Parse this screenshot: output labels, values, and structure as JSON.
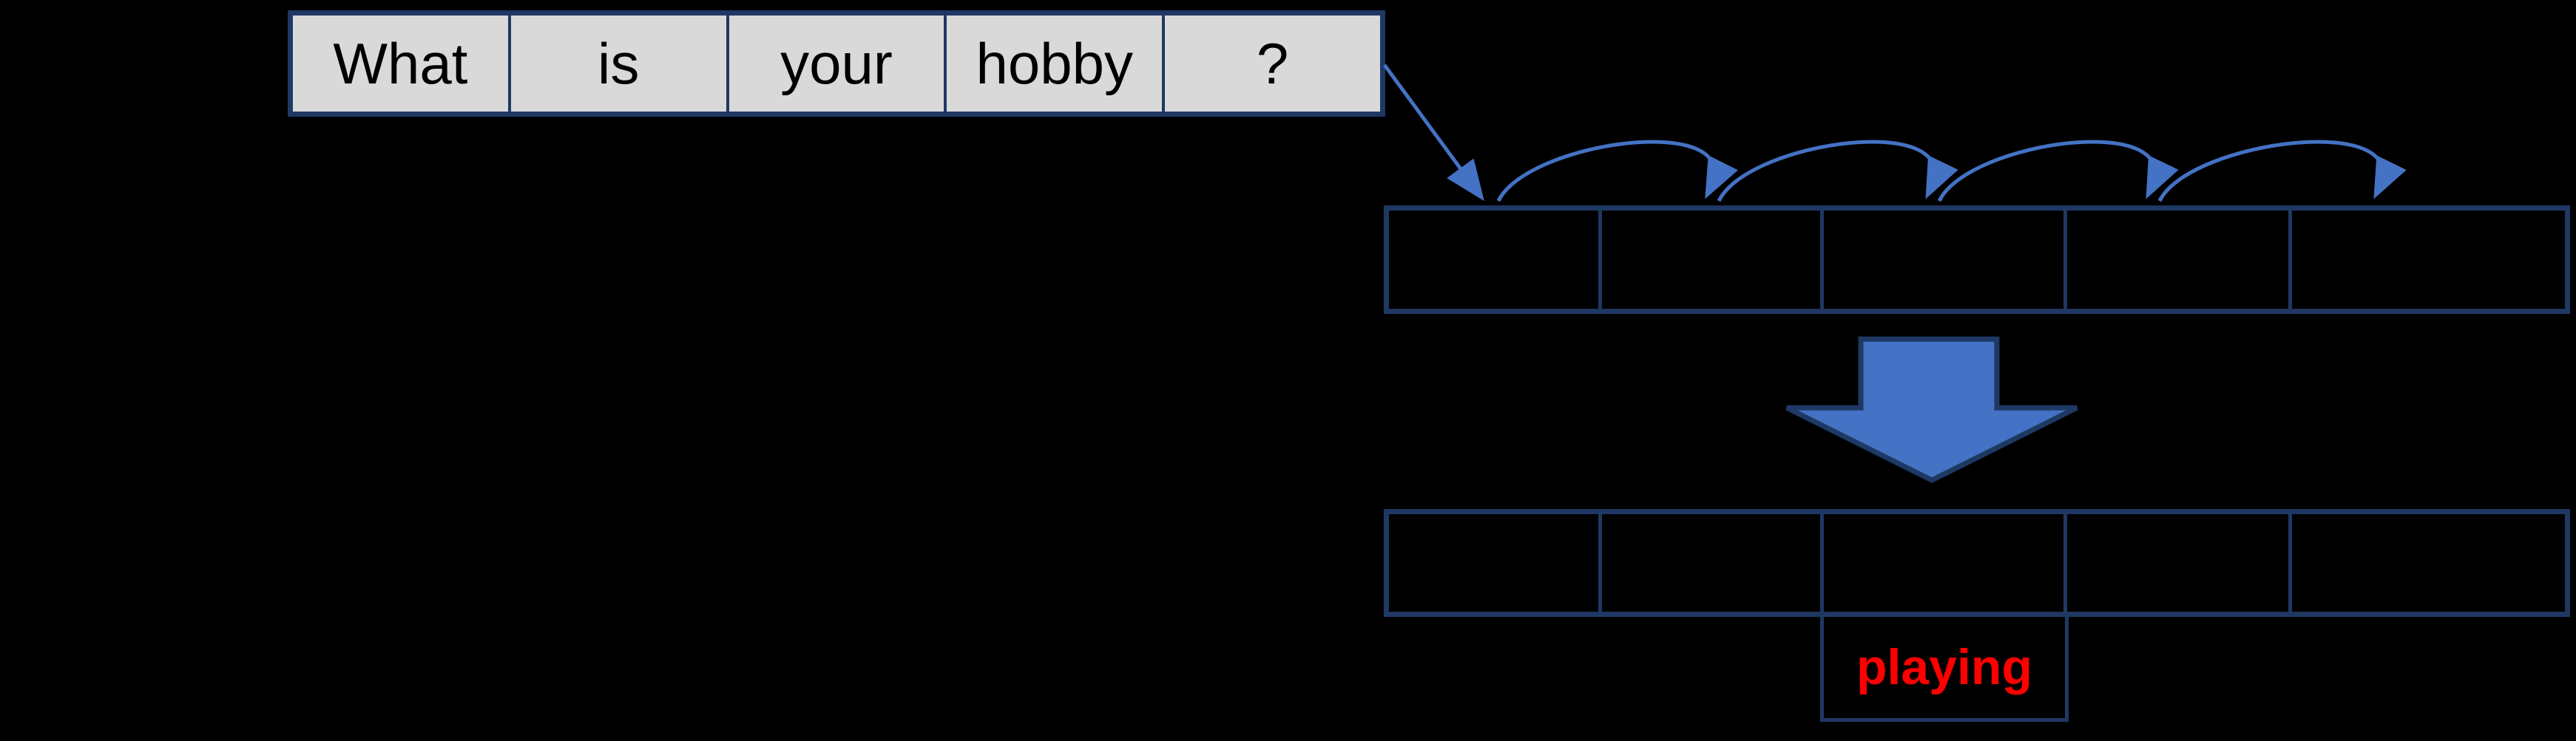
{
  "palette": {
    "background": "#000000",
    "table_fill": "#D9D9D9",
    "border_navy": "#1F3864",
    "arrow_blue": "#4472C4",
    "output_red": "#FF0000",
    "word_black": "#000000"
  },
  "input_sentence": {
    "words": [
      "What",
      "is",
      "your",
      "hobby",
      "?"
    ]
  },
  "top_slot_row": {
    "cells": [
      "",
      "",
      "",
      "",
      ""
    ]
  },
  "bottom_slot_row": {
    "cells": [
      "",
      "",
      "",
      "",
      ""
    ]
  },
  "output": {
    "word": "playing"
  }
}
